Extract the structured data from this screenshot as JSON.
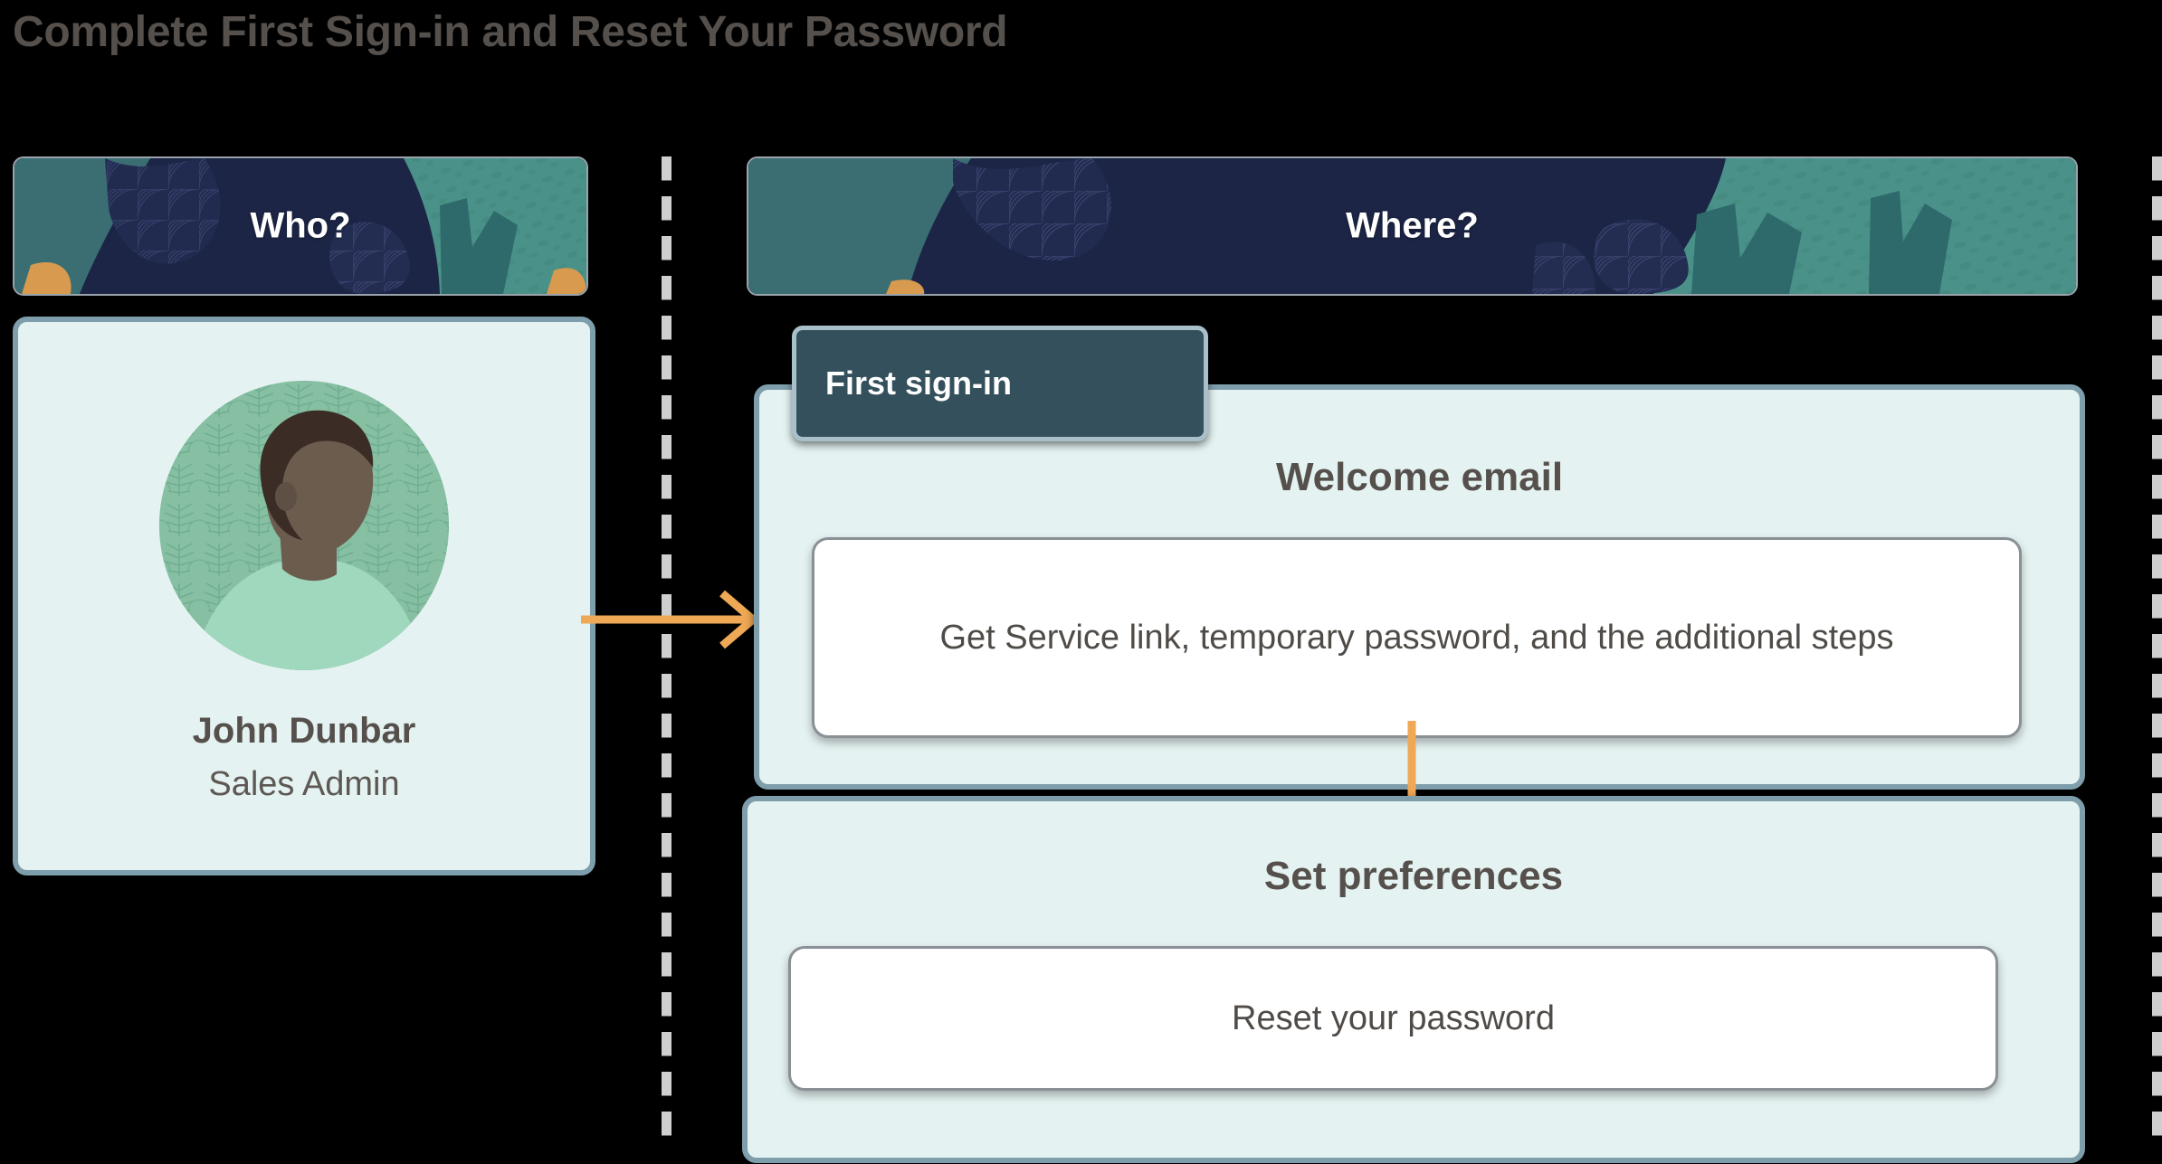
{
  "page": {
    "title": "Complete First Sign-in and Reset Your Password"
  },
  "colors": {
    "banner_navy": "#1C2545",
    "banner_teal": "#3A6E73",
    "banner_green": "#4A9289",
    "banner_orange": "#D79A4E",
    "card_fill": "#E4F2F1",
    "card_border": "#7E9EAC",
    "badge_fill": "#34505C",
    "badge_border": "#A9C0CA",
    "arrow_orange": "#EFA855",
    "text_dark": "#55504C",
    "dash_gray": "#CFCFCF",
    "inner_box_border": "#8A9096"
  },
  "left_column": {
    "banner_label": "Who?",
    "person": {
      "name": "John Dunbar",
      "role": "Sales Admin",
      "avatar_icon": "person-profile-avatar"
    }
  },
  "right_column": {
    "banner_label": "Where?",
    "badge_label": "First sign-in",
    "sections": [
      {
        "heading": "Welcome email",
        "body": "Get Service link, temporary password, and the additional steps"
      },
      {
        "heading": "Set preferences",
        "body": "Reset your password"
      }
    ]
  },
  "connectors": {
    "who_to_where": "arrow-right-icon",
    "welcome_to_prefs": "arrow-down-icon"
  }
}
